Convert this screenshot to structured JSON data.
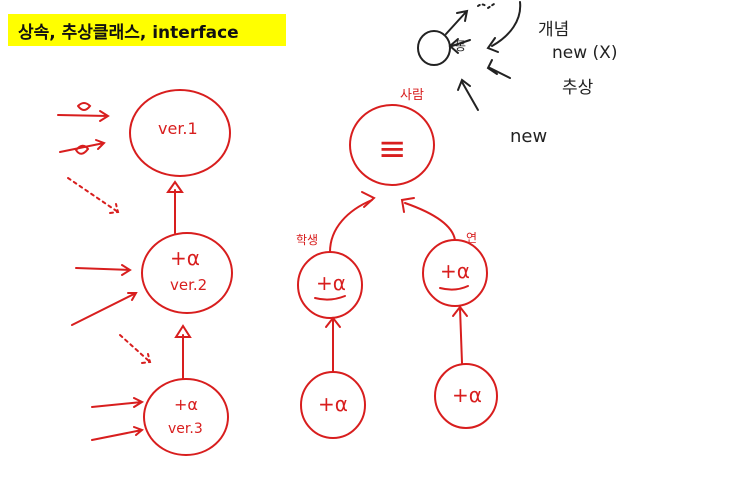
{
  "title": "상속, 추상클래스, interface",
  "colors": {
    "ink_red": "#d81e1e",
    "ink_black": "#222222",
    "banner": "#ffff00"
  },
  "left_tree": {
    "top_node": "ver.1",
    "middle_node_line1": "+α",
    "middle_node_line2": "ver.2",
    "bottom_node_line1": "+α",
    "bottom_node_line2": "ver.3"
  },
  "right_tree": {
    "root_node": "≡",
    "root_label": "사람",
    "left_child_label": "학생",
    "left_child": "+α",
    "right_child_label": "연",
    "right_child": "+α",
    "left_leaf": "+α",
    "right_leaf": "+α"
  },
  "notes": {
    "node_label": "동",
    "concept": "개념",
    "new_not": "new (X)",
    "abstract": "추상",
    "new": "new"
  }
}
